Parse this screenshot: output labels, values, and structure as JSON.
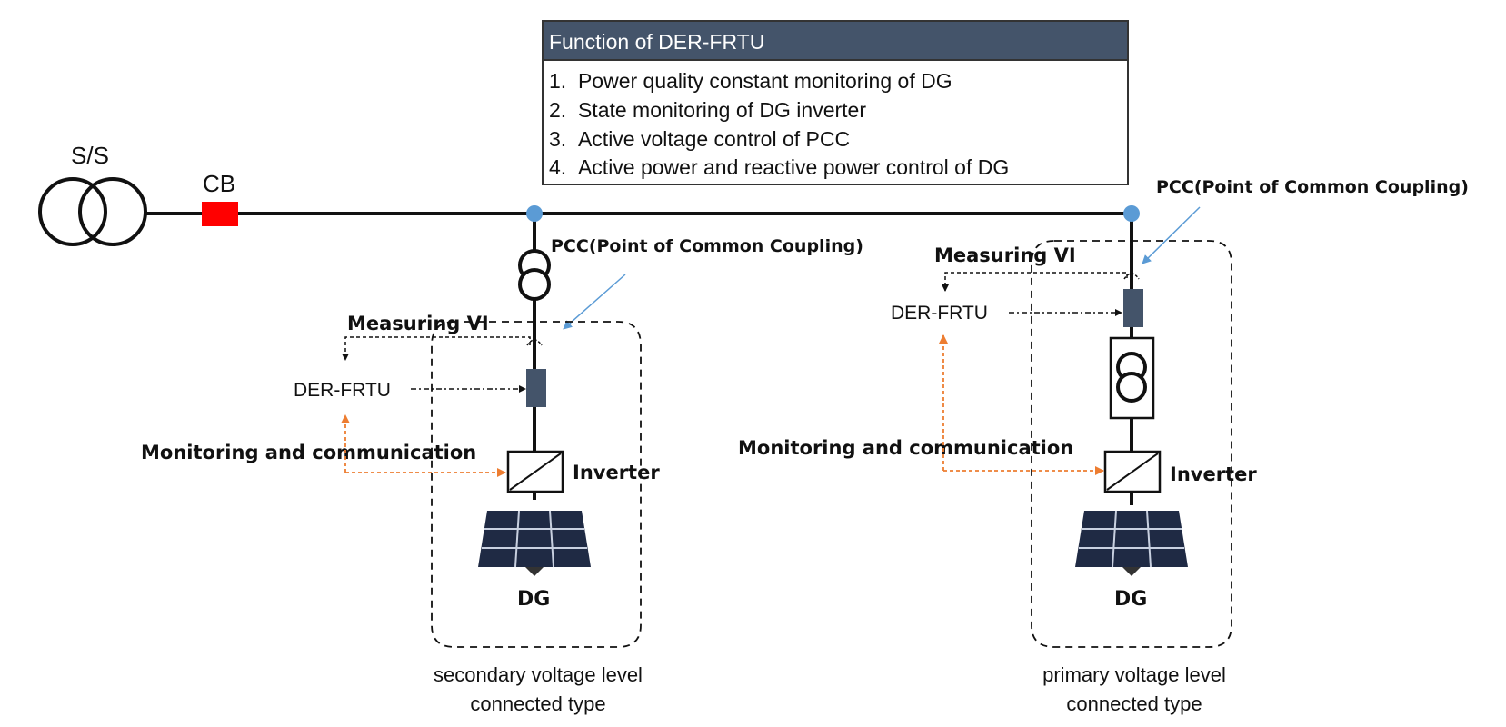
{
  "function_box": {
    "title": "Function of DER-FRTU",
    "items": [
      "1.  Power quality constant monitoring of DG",
      "2.  State monitoring of DG inverter",
      "3.  Active voltage control of PCC",
      "4.  Active power and reactive power control of DG"
    ],
    "header_color": "#44546a"
  },
  "substation_label": "S/S",
  "breaker_label": "CB",
  "left": {
    "pcc_label": "PCC(Point of Common Coupling)",
    "measuring_label": "Measuring VI",
    "frtu_label": "DER-FRTU",
    "monitoring_label": "Monitoring and communication",
    "inverter_label": "Inverter",
    "dg_label": "DG",
    "caption_line1": "secondary voltage level",
    "caption_line2": "connected type"
  },
  "right": {
    "pcc_label": "PCC(Point of Common Coupling)",
    "measuring_label": "Measuring VI",
    "frtu_label": "DER-FRTU",
    "monitoring_label": "Monitoring and communication",
    "inverter_label": "Inverter",
    "dg_label": "DG",
    "caption_line1": "primary voltage level",
    "caption_line2": "connected type"
  },
  "colors": {
    "breaker": "#ff0000",
    "pcc_node": "#5b9bd5",
    "frtu_device": "#44546a",
    "comm_arrow": "#ed7d31",
    "pcc_pointer": "#5b9bd5",
    "solar_panel": "#1f2a44"
  }
}
